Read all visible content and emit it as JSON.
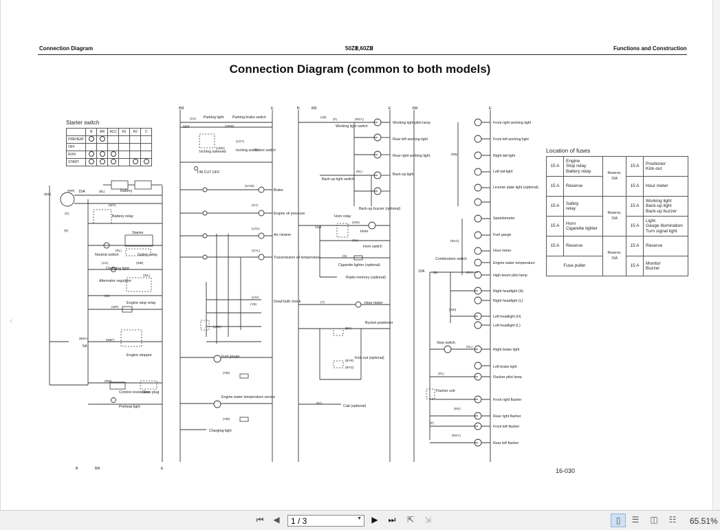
{
  "header": {
    "left": "Connection Diagram",
    "center": "50ZⅢ,60ZⅢ",
    "right": "Functions and Construction"
  },
  "title": "Connection Diagram (common to both models)",
  "page_number": "16-030",
  "starter_switch": {
    "title": "Starter switch",
    "columns": [
      "B",
      "BR",
      "ACC",
      "R1",
      "R2",
      "C"
    ],
    "rows": [
      {
        "label": "PREHEAT",
        "marks": [
          1,
          1,
          0,
          0,
          0,
          0
        ]
      },
      {
        "label": "OFF",
        "marks": [
          0,
          0,
          0,
          0,
          0,
          0
        ]
      },
      {
        "label": "RUN",
        "marks": [
          1,
          1,
          1,
          0,
          0,
          0
        ]
      },
      {
        "label": "START",
        "marks": [
          1,
          1,
          1,
          0,
          1,
          1
        ]
      }
    ]
  },
  "fuses": {
    "title": "Location of fuses",
    "rows": [
      {
        "a1": "15 A",
        "f1": "Engine\nStop relay\nBattery relay",
        "res": "Reserve, 15A",
        "a2": "15 A",
        "f2": "Positioner\nKick-out"
      },
      {
        "a1": "15 A",
        "f1": "Reserve",
        "res": "",
        "a2": "15 A",
        "f2": "Hour meter"
      },
      {
        "a1": "15 A",
        "f1": "Safety\nrelay",
        "res": "Reserve, 15A",
        "a2": "15 A",
        "f2": "Working light\nBack-up light\nBack-up buzzer"
      },
      {
        "a1": "15 A",
        "f1": "Horn\nCigarette lighter",
        "res": "",
        "a2": "15 A",
        "f2": "Light\nGauge illumination\nTurn signal light"
      },
      {
        "a1": "15 A",
        "f1": "Reserve",
        "res": "Reserve, 15A",
        "a2": "15 A",
        "f2": "Reserve"
      },
      {
        "a1": "",
        "f1": "Fuse puller",
        "res": "",
        "a2": "15 A",
        "f2": "Monitor\nBuzzer"
      }
    ]
  },
  "rails": {
    "top_labels": [
      "BR",
      "E",
      "B",
      "BR",
      "E",
      "BR",
      "E"
    ],
    "bottom_labels": [
      "B",
      "BR",
      "E"
    ]
  },
  "left_section": {
    "labels": [
      "Battery",
      "Battery relay",
      "Starter",
      "Neutral switch",
      "Safety relay",
      "Charging light",
      "Alternator regulator",
      "Engine stop relay",
      "Engine stopper",
      "Control resistance",
      "Glow plug",
      "Preheat light",
      "15A",
      "5A"
    ],
    "wire_codes": [
      "(BW)",
      "(WR)",
      "(BL)",
      "(WY)",
      "(G)",
      "(R)",
      "(RL)",
      "(LG)",
      "(WB)",
      "(WL)",
      "(W)",
      "(WP)",
      "(BW*)",
      "(WB*)",
      "(RW)"
    ]
  },
  "mid_section": {
    "labels": [
      "Parking light",
      "Parking brake switch",
      "Inching solenoid",
      "Inching switch",
      "Select switch",
      "T/M CUT OFF",
      "Brake",
      "Engine oil pressure",
      "Air cleaner",
      "Transmission oil temperature",
      "Dead bulb check",
      "Fuel gauge",
      "Engine water temperature sensor",
      "Charging light",
      "15A"
    ],
    "wire_codes": [
      "(LG)",
      "(SBW)",
      "(LBW)",
      "(LGY)",
      "(LBR)",
      "(GYW)",
      "(GY)",
      "(LGL)",
      "(GYL)",
      "(YB)",
      "(YBr)",
      "(YBl)",
      "(LGr)"
    ]
  },
  "right_mid_section": {
    "labels": [
      "Working light switch",
      "Working light pilot lamp",
      "Rear left working light",
      "Rear right working light",
      "Back-up light switch",
      "Back-up light",
      "Back-up buzzer (optional)",
      "Horn relay",
      "Horn",
      "Horn switch",
      "Cigarette lighter (optional)",
      "Radio memory (optional)",
      "Hour meter",
      "Bucket positioner",
      "Kick-out (optional)",
      "Cab (optional)",
      "15A"
    ],
    "wire_codes": [
      "(P)",
      "(RGY)",
      "(RL)",
      "(GW)",
      "(GL)",
      "(G)",
      "(LB)",
      "(Y)",
      "(BY)",
      "(BYR)",
      "(BYG)",
      "(B*)"
    ]
  },
  "right_section": {
    "labels": [
      "Front right working light",
      "Front left working light",
      "Right tail-light",
      "Left tail-light",
      "License plate light (optional)",
      "Speedometer",
      "Fuel gauge",
      "Hour meter",
      "Engine water temperature",
      "High beam pilot lamp",
      "Right headlight (H)",
      "Right headlight (L)",
      "Left headlight (H)",
      "Left headlight (L)",
      "Right brake light",
      "Left brake light",
      "Flasher pilot lamp",
      "Front right flasher",
      "Rear right flasher",
      "Front left flasher",
      "Rear left flasher",
      "Combination switch",
      "Stop switch",
      "Flasher unit",
      "15A"
    ],
    "wire_codes": [
      "(RB)",
      "(RLG)",
      "(B)",
      "(RY)",
      "(RW)",
      "(GL)",
      "(PL)",
      "(RG)",
      "(P)",
      "(RGY)"
    ]
  },
  "toolbar": {
    "page_field": "1 / 3",
    "zoom": "65.51%"
  },
  "colors": {
    "toolbar_bg": "#f0f0f0",
    "active_view": "#cfe0f3"
  }
}
